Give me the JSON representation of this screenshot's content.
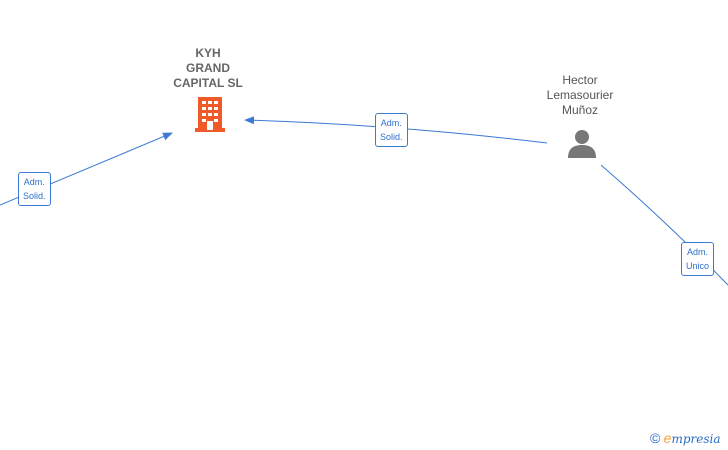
{
  "nodes": {
    "company": {
      "name_lines": [
        "KYH",
        "GRAND",
        "CAPITAL  SL"
      ],
      "icon": "building-icon",
      "color": "#f05a28"
    },
    "person": {
      "name_lines": [
        "Hector",
        "Lemasourier",
        "Muñoz"
      ],
      "icon": "person-icon",
      "color": "#777777"
    }
  },
  "edges": {
    "left_to_company": {
      "line1": "Adm.",
      "line2": "Solid."
    },
    "person_to_company": {
      "line1": "Adm.",
      "line2": "Solid."
    },
    "person_to_right": {
      "line1": "Adm.",
      "line2": "Unico"
    }
  },
  "brand": {
    "copyright": "©",
    "name_first": "e",
    "name_rest": "mpresia"
  },
  "colors": {
    "edge": "#3b7bd4"
  }
}
